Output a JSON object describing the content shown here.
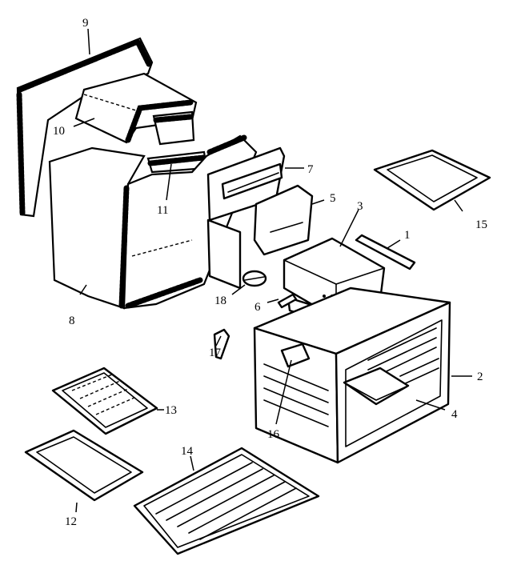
{
  "parts": [
    {
      "id": "1",
      "label": "1"
    },
    {
      "id": "2",
      "label": "2"
    },
    {
      "id": "3",
      "label": "3"
    },
    {
      "id": "4",
      "label": "4"
    },
    {
      "id": "5",
      "label": "5"
    },
    {
      "id": "6",
      "label": "6"
    },
    {
      "id": "7",
      "label": "7"
    },
    {
      "id": "8",
      "label": "8"
    },
    {
      "id": "9",
      "label": "9"
    },
    {
      "id": "10",
      "label": "10"
    },
    {
      "id": "11",
      "label": "11"
    },
    {
      "id": "12",
      "label": "12"
    },
    {
      "id": "13",
      "label": "13"
    },
    {
      "id": "14",
      "label": "14"
    },
    {
      "id": "15",
      "label": "15"
    },
    {
      "id": "16",
      "label": "16"
    },
    {
      "id": "17",
      "label": "17"
    },
    {
      "id": "18",
      "label": "18"
    }
  ]
}
